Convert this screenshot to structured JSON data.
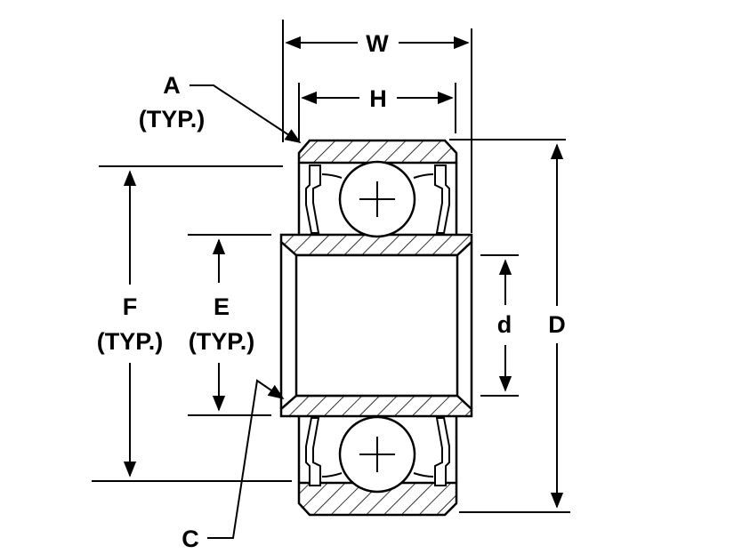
{
  "diagram": {
    "labels": {
      "W": "W",
      "H": "H",
      "A": "A",
      "A_sub": "(TYP.)",
      "F": "F",
      "F_sub": "(TYP.)",
      "E": "E",
      "E_sub": "(TYP.)",
      "d": "d",
      "D": "D",
      "C": "C"
    }
  }
}
